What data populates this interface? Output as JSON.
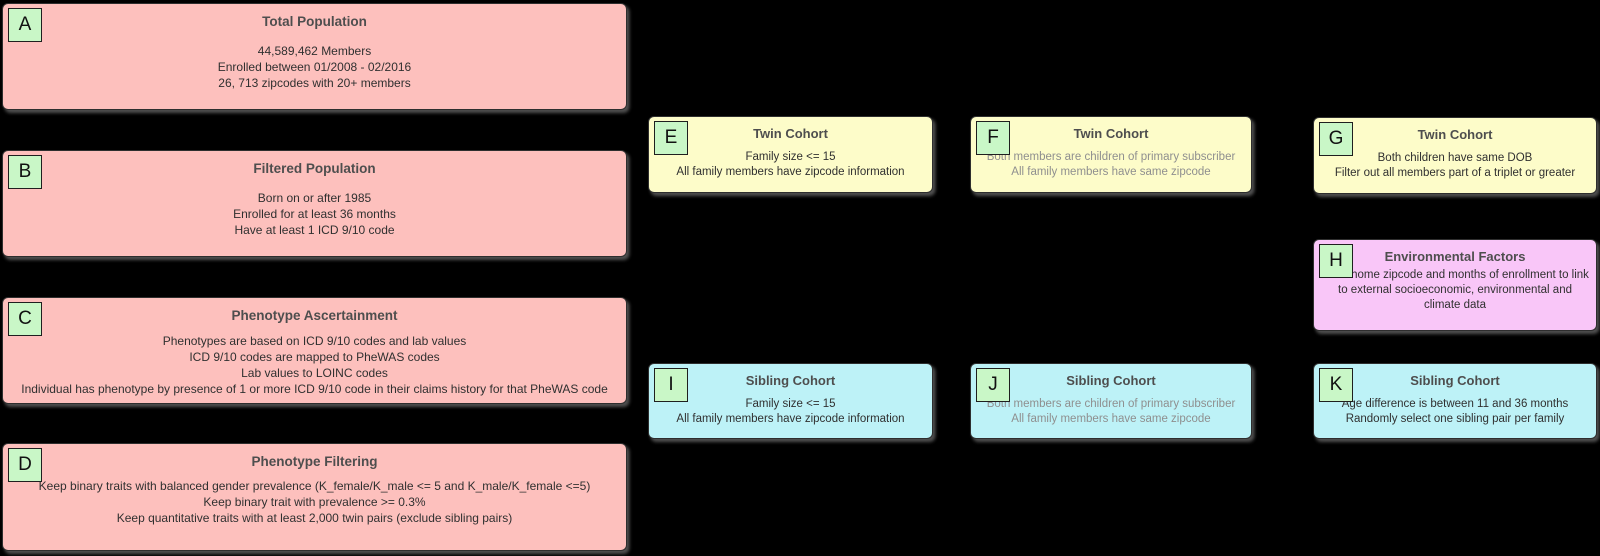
{
  "canvas": {
    "background": "#000000"
  },
  "colors": {
    "population_pink": "#fdc0bd",
    "twin_yellow": "#fdfcc9",
    "sibling_cyan": "#bdf2f7",
    "environment_magenta": "#f9c6f8",
    "label_green": "#c9f7c7",
    "title_gray": "#4e4e4e",
    "body_dark": "#303030",
    "body_muted": "#8f8f8f"
  },
  "boxes": {
    "A": {
      "label": "A",
      "title": "Total Population",
      "lines": [
        "44,589,462 Members",
        "Enrolled between 01/2008 - 02/2016",
        "26, 713 zipcodes with 20+ members"
      ]
    },
    "B": {
      "label": "B",
      "title": "Filtered Population",
      "lines": [
        "Born on or after 1985",
        "Enrolled for at least 36 months",
        "Have at least 1 ICD 9/10 code"
      ]
    },
    "C": {
      "label": "C",
      "title": "Phenotype Ascertainment",
      "lines": [
        "Phenotypes are based on ICD 9/10 codes and lab values",
        "ICD 9/10 codes are mapped to PheWAS codes",
        "Lab values to LOINC codes",
        "Individual has phenotype by presence of 1 or more ICD 9/10 code in their claims history for that PheWAS code"
      ]
    },
    "D": {
      "label": "D",
      "title": "Phenotype Filtering",
      "lines": [
        "Keep binary traits with balanced gender prevalence (K_female/K_male <= 5 and K_male/K_female <=5)",
        "Keep binary trait with prevalence >= 0.3%",
        "Keep quantitative traits with at least 2,000 twin pairs (exclude sibling pairs)"
      ]
    },
    "E": {
      "label": "E",
      "title": "Twin Cohort",
      "lines": [
        "Family size <= 15",
        "All family members have zipcode information"
      ]
    },
    "F": {
      "label": "F",
      "title": "Twin Cohort",
      "lines": [
        "Both members are children of primary subscriber",
        "All family members have same zipcode"
      ]
    },
    "G": {
      "label": "G",
      "title": "Twin Cohort",
      "lines": [
        "Both children have same DOB",
        "Filter out all members part of a triplet or greater"
      ]
    },
    "H": {
      "label": "H",
      "title": "Environmental Factors",
      "lines": [
        "Used home zipcode and months of enrollment to link to external socioeconomic, environmental and climate data"
      ]
    },
    "I": {
      "label": "I",
      "title": "Sibling Cohort",
      "lines": [
        "Family size <= 15",
        "All family members have zipcode information"
      ]
    },
    "J": {
      "label": "J",
      "title": "Sibling Cohort",
      "lines": [
        "Both members are children of primary subscriber",
        "All family members have same zipcode"
      ]
    },
    "K": {
      "label": "K",
      "title": "Sibling Cohort",
      "lines": [
        "Age difference is between 11 and 36 months",
        "Randomly select one sibling pair per family"
      ]
    }
  }
}
